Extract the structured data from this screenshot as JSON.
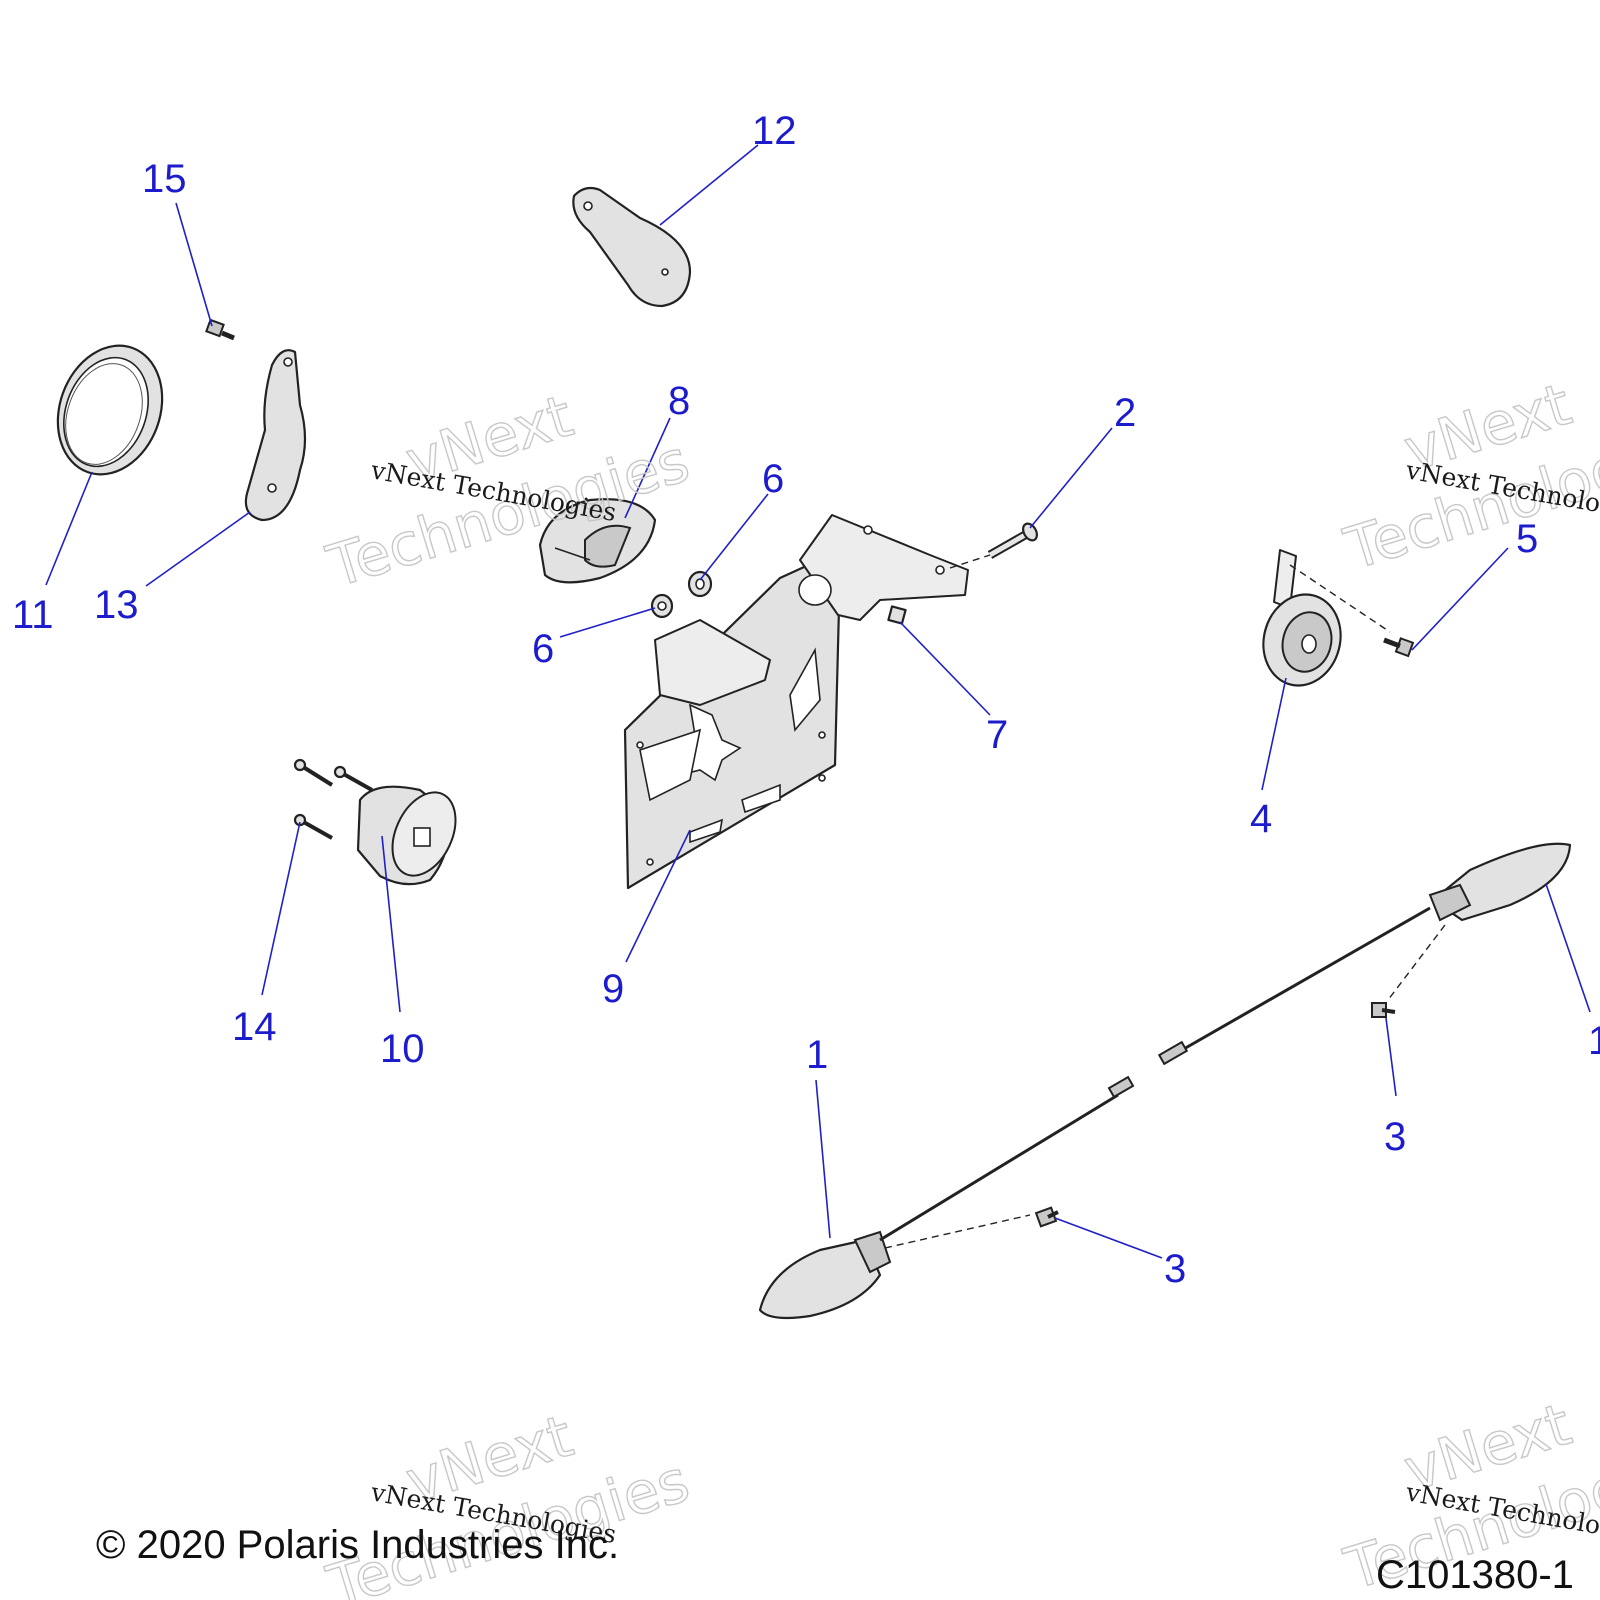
{
  "callouts": {
    "c1": "1",
    "c1b": "1",
    "c2": "2",
    "c3a": "3",
    "c3b": "3",
    "c4": "4",
    "c5": "5",
    "c6a": "6",
    "c6b": "6",
    "c7": "7",
    "c8": "8",
    "c9": "9",
    "c10": "10",
    "c11": "11",
    "c12": "12",
    "c13": "13",
    "c14": "14",
    "c15": "15"
  },
  "watermark": {
    "large_line1": "vNext",
    "large_line2": "Technologies",
    "small": "vNext Technologies"
  },
  "footer": {
    "copyright": "© 2020 Polaris Industries Inc.",
    "drawing_number": "C101380-1"
  },
  "colors": {
    "callout": "#1c1ccc",
    "leader": "#2020c8",
    "part_fill": "#e2e2e2",
    "outline": "#222222"
  }
}
